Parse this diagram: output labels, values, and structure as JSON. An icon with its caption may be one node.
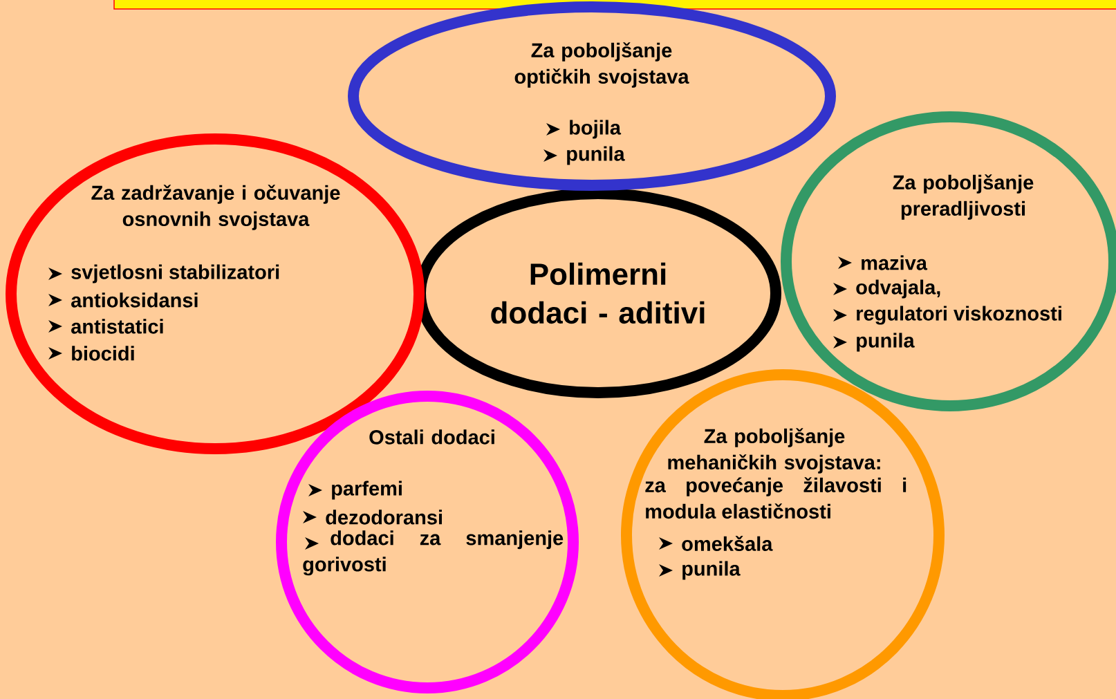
{
  "diagram": {
    "nodes": [
      {
        "text": [
          "Polimerni dodaci - aditivi"
        ]
      },
      {
        "text": [
          "Za poboljšanje optičkih svojstava",
          "bojila",
          "punila"
        ]
      },
      {
        "text": [
          "Za zadržavanje i očuvanje osnovnih svojstava",
          "svjetlosni stabilizatori",
          "antioksidansi",
          "antistatici",
          "biocidi"
        ]
      },
      {
        "text": [
          "Za poboljšanje preradljivosti",
          "maziva",
          "odvajala,",
          "regulatori viskoznosti",
          "punila"
        ]
      },
      {
        "text": [
          "Ostali dodaci",
          "parfemi",
          "dezodoransi",
          "dodaci za smanjenje gorivosti"
        ]
      },
      {
        "text": [
          "Za poboljšanje mehaničkih svojstava:",
          "za povećanje žilavosti i modula elastičnosti",
          "omekšala",
          "punila"
        ]
      }
    ]
  }
}
